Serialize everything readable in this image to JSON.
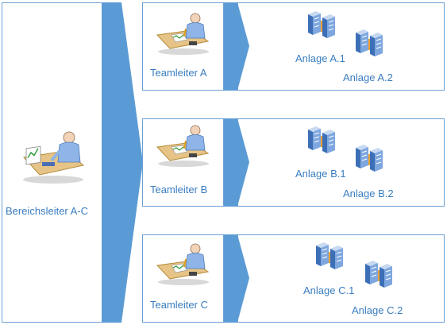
{
  "diagram": {
    "manager": {
      "label": "Bereichsleiter A-C",
      "icon": "manager-at-desk-icon"
    },
    "teams": [
      {
        "leader": "Teamleiter A",
        "plants": [
          "Anlage A.1",
          "Anlage A.2"
        ]
      },
      {
        "leader": "Teamleiter B",
        "plants": [
          "Anlage B.1",
          "Anlage B.2"
        ]
      },
      {
        "leader": "Teamleiter C",
        "plants": [
          "Anlage C.1",
          "Anlage C.2"
        ]
      }
    ],
    "icons": {
      "leader": "team-leader-at-desk-icon",
      "plant": "server-rack-icon"
    },
    "colors": {
      "border": "#6aa0d4",
      "arrow": "#5b9bd5",
      "text": "#3a7dbf"
    }
  }
}
